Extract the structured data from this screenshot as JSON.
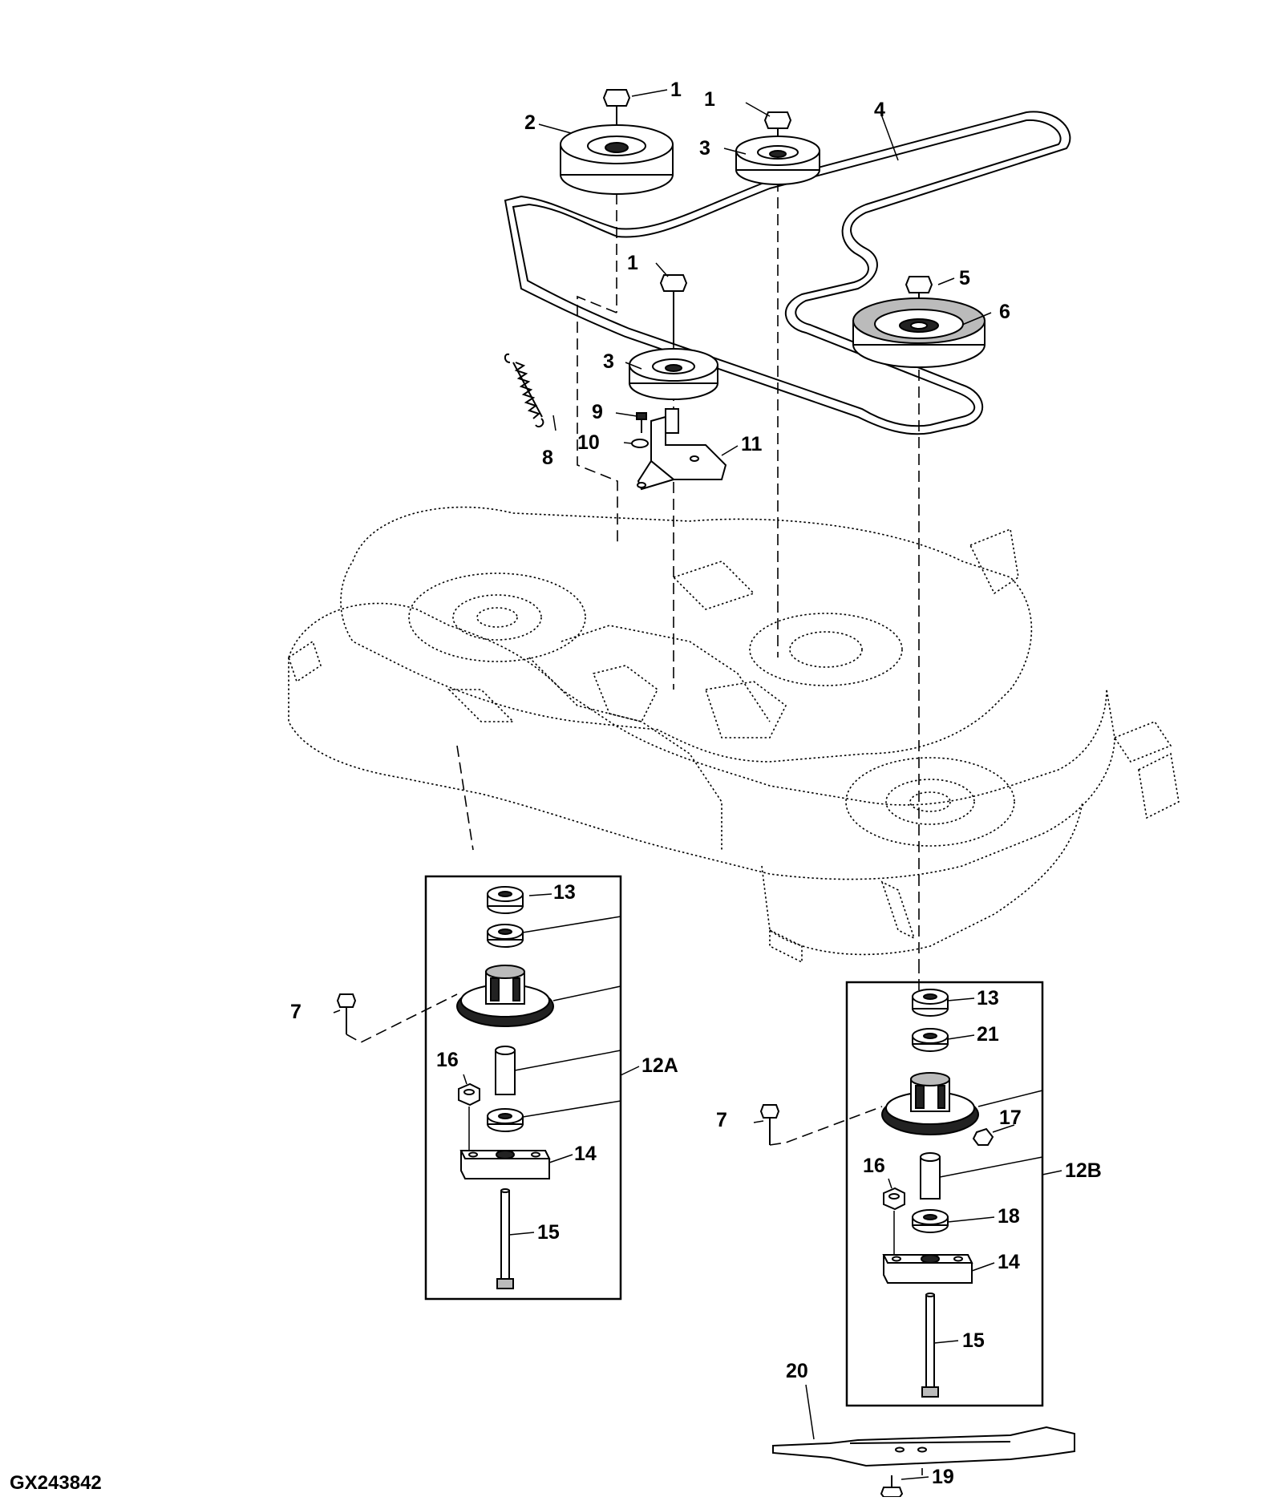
{
  "diagram": {
    "figure_id": "GX243842",
    "callouts": {
      "c1a": "1",
      "c1b": "1",
      "c1c": "1",
      "c2": "2",
      "c3a": "3",
      "c3b": "3",
      "c4": "4",
      "c5": "5",
      "c6": "6",
      "c7a": "7",
      "c7b": "7",
      "c8": "8",
      "c9": "9",
      "c10": "10",
      "c11": "11",
      "c12A": "12A",
      "c12B": "12B",
      "c13a": "13",
      "c13b": "13",
      "c14a": "14",
      "c14b": "14",
      "c15a": "15",
      "c15b": "15",
      "c16a": "16",
      "c16b": "16",
      "c17": "17",
      "c18": "18",
      "c19": "19",
      "c20": "20",
      "c21": "21"
    }
  }
}
